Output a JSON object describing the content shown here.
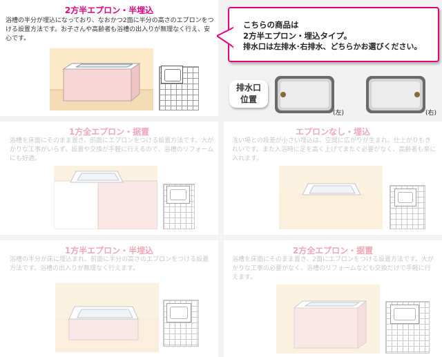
{
  "top_left": {
    "title": "2方半エプロン・半埋込",
    "desc": "浴槽の半分が埋込になっており、なおかつ2面に半分の高さのエプロンをつける設置方法です。お子さんや高齢者も浴槽の出入りが無理なく行え、安心です。"
  },
  "callout": {
    "line1": "こちらの商品は",
    "line2": "2方半エプロン・埋込タイプ。",
    "line3": "排水口は左排水･右排水、どちらかお選びください。"
  },
  "drain": {
    "label_line1": "排水口",
    "label_line2": "位置",
    "left": "(左)",
    "right": "(右)"
  },
  "mid_left": {
    "title": "1方全エプロン・据置",
    "desc": "浴槽を床面にそのまま置き、前面にエプロンをつける設置方法です。大がかりな工事がいらず、設置や交換が手軽に行えるので、浴槽のリフォームにも好適。"
  },
  "mid_right": {
    "title": "エプロンなし・埋込",
    "desc": "洗い場との段差が小さい埋込は、空間に広がりが生まれ、仕上がりもきれいです。また入浴時に足を高く上げてまたぐ必要がなく、高齢者も楽に入れます。"
  },
  "bot_left": {
    "title": "1方半エプロン・半埋込",
    "desc": "浴槽の半分が床に埋込まれ、前面に半分の高さのエプロンをつける設置方法です。浴槽の出入りが無理なく行えます。"
  },
  "bot_right": {
    "title": "2方全エプロン・据置",
    "desc": "浴槽を床面にそのまま置き、2面にエプロンをつける設置方法です。大がかりな工事の必要がなく、浴槽のリフォームなども交換だけで手軽に行えます。"
  },
  "colors": {
    "accent": "#e4007f",
    "title_active": "#e4007f",
    "title_faded": "#f0a8b8",
    "wall": "#fbe9c9",
    "apron": "#f7d6d6"
  }
}
